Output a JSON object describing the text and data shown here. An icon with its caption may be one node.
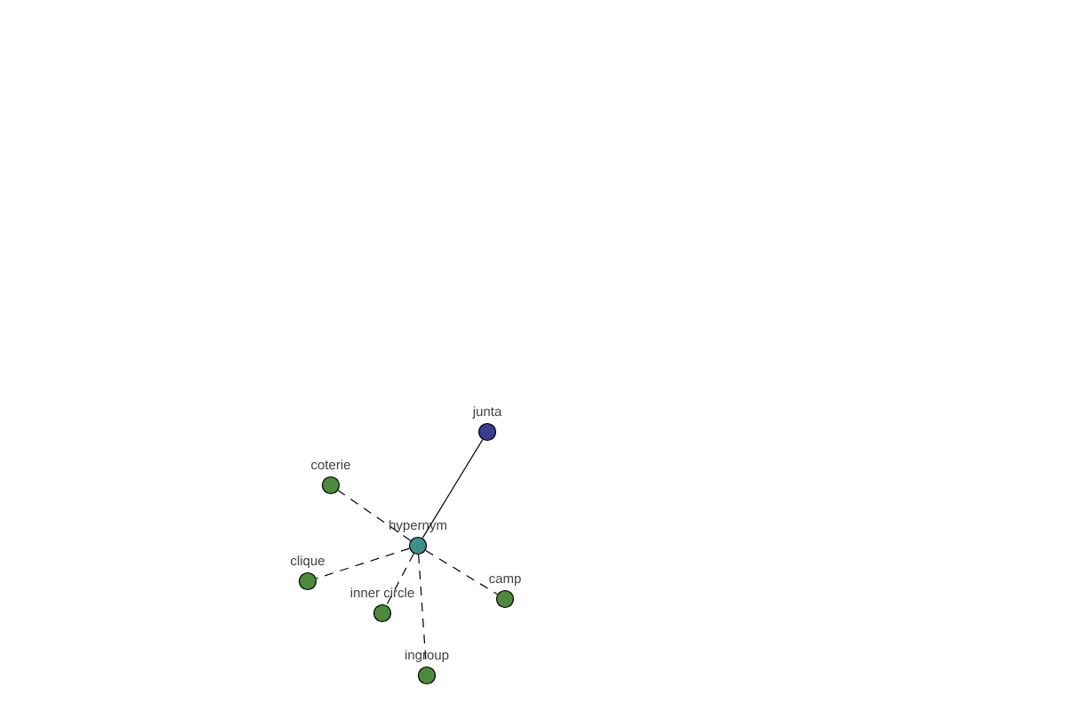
{
  "diagram": {
    "nodes": [
      {
        "text": [
          "junta"
        ]
      },
      {
        "text": [
          "coterie"
        ]
      },
      {
        "text": [
          "hypernym"
        ]
      },
      {
        "text": [
          "clique"
        ]
      },
      {
        "text": [
          "inner circle"
        ]
      },
      {
        "text": [
          "camp"
        ]
      },
      {
        "text": [
          "ingroup"
        ]
      }
    ],
    "edges": [
      {
        "from": 2,
        "to": 0,
        "arrow": "none"
      },
      {
        "from": 2,
        "to": 1,
        "arrow": "none",
        "style": "dashed"
      },
      {
        "from": 2,
        "to": 3,
        "arrow": "none",
        "style": "dashed"
      },
      {
        "from": 2,
        "to": 4,
        "arrow": "none",
        "style": "dashed"
      },
      {
        "from": 2,
        "to": 5,
        "arrow": "none",
        "style": "dashed"
      },
      {
        "from": 2,
        "to": 6,
        "arrow": "none",
        "style": "dashed"
      }
    ]
  }
}
